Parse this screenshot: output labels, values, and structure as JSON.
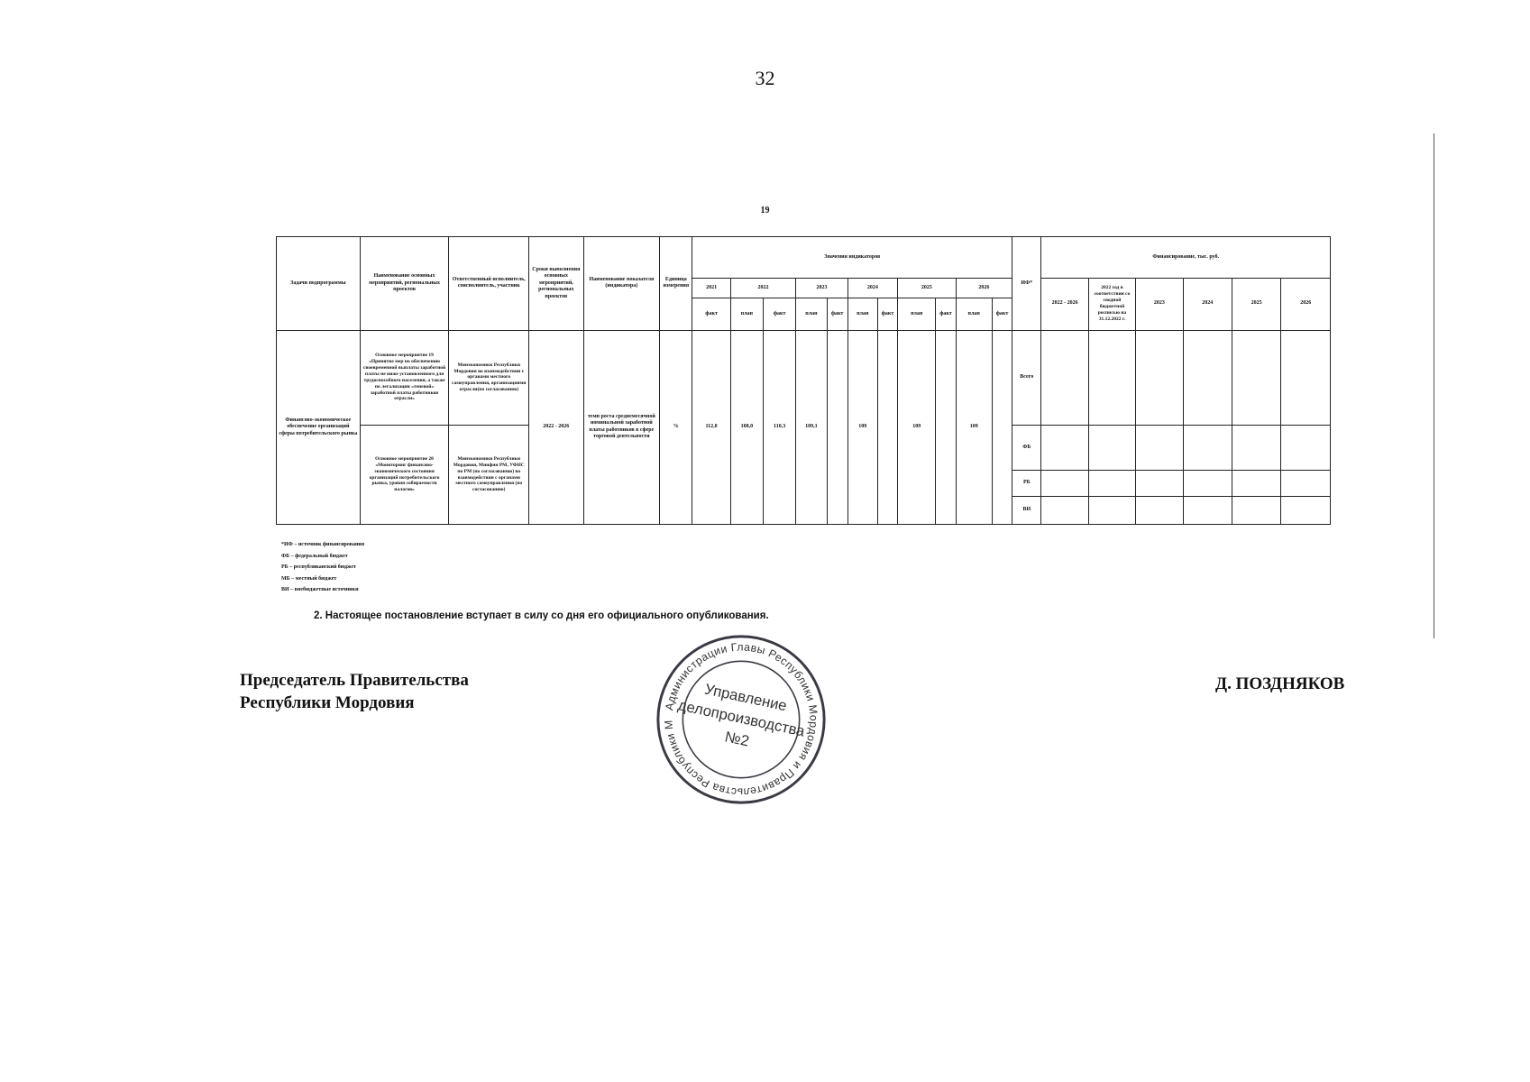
{
  "page": {
    "number": "32",
    "inner_number": "19"
  },
  "table": {
    "headers": {
      "task": "Задачи подпрограммы",
      "activities": "Наименование основных мероприятий, региональных проектов",
      "executor": "Ответственный исполнитель, соисполнитель, участник",
      "deadlines": "Сроки выполнения основных мероприятий, региональных проектов",
      "indicator": "Наименование показателя (индикатора)",
      "unit": "Единица измерения",
      "indicator_values": "Значения индикаторов",
      "source": "ИФ*",
      "financing": "Финансирование, тыс. руб."
    },
    "years": [
      "2021",
      "2022",
      "2023",
      "2024",
      "2025",
      "2026"
    ],
    "sub": {
      "fact": "факт",
      "plan": "план"
    },
    "fin_years": [
      "2022 - 2026",
      "2022 год в соответствии со сводной бюджетной росписью на 31.12.2022 г.",
      "2023",
      "2024",
      "2025",
      "2026"
    ],
    "row": {
      "task": "Финансово-экономическое обеспечение организаций сферы потребительского рынка",
      "activity_19": "Основное мероприятие 19 «Принятие мер по обеспечению своевременной выплаты заработной платы не ниже установленного для трудоспособного населения, а также по легализации «теневой» заработной платы работников отрасли»",
      "executor_19": "Минэкономики Республики Мордовия во взаимодействии с органами местного самоуправления, организациями отрасли(по согласованию)",
      "activity_20": "Основное мероприятие 20 «Мониторинг финансово-экономического состояния организаций потребительского рынка, уровня собираемости налогов»",
      "executor_20": "Минэкономики Республики Мордовия, Минфин РМ, УФНС по РМ (по согласованию) во взаимодействии с органами местного самоуправления (по согласованию)",
      "deadlines": "2022 - 2026",
      "indicator": "темп роста среднемесячной номинальной заработной платы работников в сфере торговой деятельности",
      "unit": "%",
      "values": [
        "112,0",
        "108,0",
        "110,3",
        "109,1",
        "",
        "109",
        "",
        "109",
        "",
        "109",
        ""
      ],
      "sources": [
        "Всего",
        "ФБ",
        "РБ",
        "ВИ"
      ]
    }
  },
  "notes": [
    "*ИФ – источник финансирования",
    "ФБ – федеральный бюджет",
    "РБ – республиканский бюджет",
    "МБ – местный бюджет",
    "ВИ – внебюджетные источники"
  ],
  "clause": "2. Настоящее постановление вступает в силу со дня его официального опубликования.",
  "signature": {
    "title_line1": "Председатель Правительства",
    "title_line2": "Республики Мордовия",
    "name": "Д. ПОЗДНЯКОВ"
  },
  "stamp": {
    "ring_text": "Администрации Главы Республики Мордовия и Правительства Республики Мордовия ✱",
    "line1": "Управление",
    "line2": "делопроизводства",
    "line3": "№2"
  }
}
